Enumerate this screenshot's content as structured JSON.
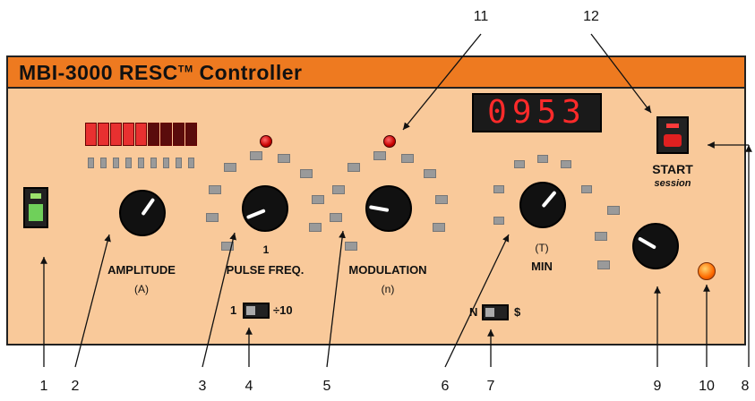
{
  "device": {
    "title": "MBI-3000  RESC",
    "title_trademark": "TM",
    "title_suffix": " Controller",
    "display_value": "0953"
  },
  "controls": {
    "amplitude_label": "AMPLITUDE",
    "amplitude_sub": "(A)",
    "pulse_freq_label": "PULSE FREQ.",
    "modulation_label": "MODULATION",
    "modulation_sub": "(n)",
    "time_sub": "(T)",
    "time_label": "MIN",
    "start_label": "START",
    "session_label": "session",
    "range_switch_left": "1",
    "range_switch_right": "÷10",
    "mode_switch_left": "N",
    "mode_switch_right": "$",
    "pulse_marker": "1"
  },
  "callouts": {
    "c1": "1",
    "c2": "2",
    "c3": "3",
    "c4": "4",
    "c5": "5",
    "c6": "6",
    "c7": "7",
    "c8": "8",
    "c9": "9",
    "c10": "10",
    "c11": "11",
    "c12": "12"
  },
  "amplitude_meter": {
    "lit_segments": 5,
    "total_segments": 9
  },
  "colors": {
    "panel": "#f9c99a",
    "title_bar": "#ee7a20",
    "led_red": "#ff2a2a",
    "power_green": "#6fd05a"
  }
}
